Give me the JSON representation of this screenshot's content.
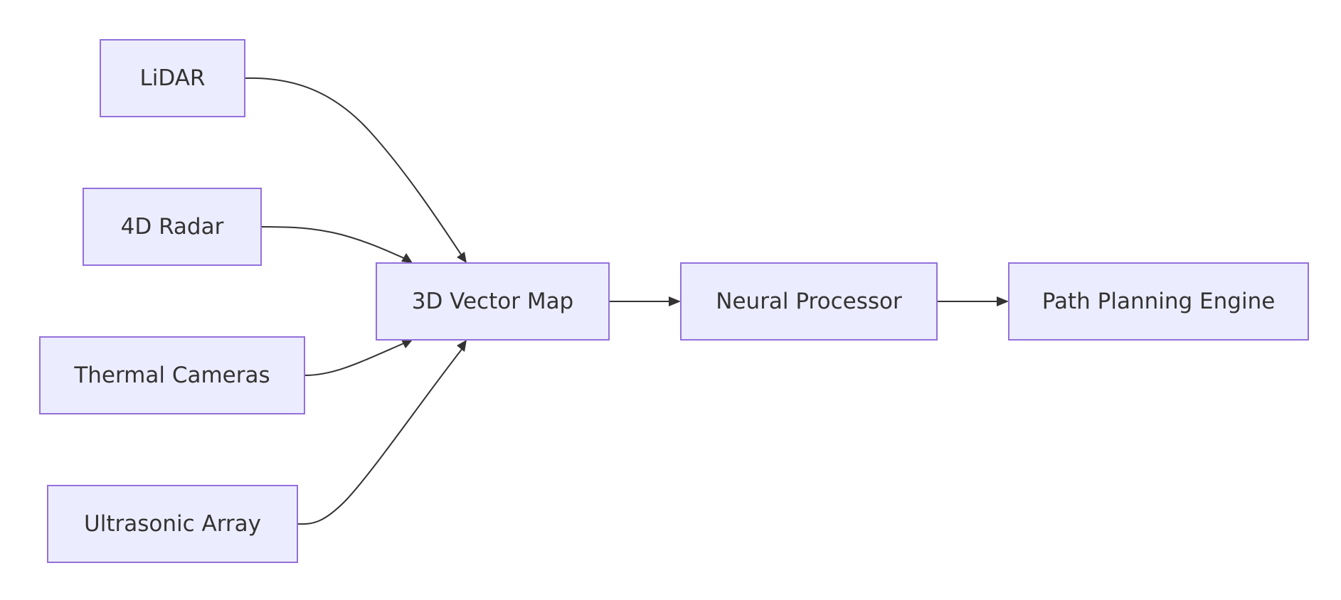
{
  "diagram": {
    "type": "flowchart",
    "direction": "left-to-right",
    "nodes": {
      "lidar": {
        "label": "LiDAR"
      },
      "radar": {
        "label": "4D Radar"
      },
      "thermal": {
        "label": "Thermal Cameras"
      },
      "ultrasonic": {
        "label": "Ultrasonic Array"
      },
      "vector_map": {
        "label": "3D Vector Map"
      },
      "neural": {
        "label": "Neural Processor"
      },
      "path_planning": {
        "label": "Path Planning Engine"
      }
    },
    "edges": [
      {
        "from": "lidar",
        "to": "vector_map"
      },
      {
        "from": "radar",
        "to": "vector_map"
      },
      {
        "from": "thermal",
        "to": "vector_map"
      },
      {
        "from": "ultrasonic",
        "to": "vector_map"
      },
      {
        "from": "vector_map",
        "to": "neural"
      },
      {
        "from": "neural",
        "to": "path_planning"
      }
    ],
    "colors": {
      "node_fill": "#ECECFF",
      "node_border": "#9370DB",
      "text": "#333333",
      "edge": "#333333"
    }
  }
}
